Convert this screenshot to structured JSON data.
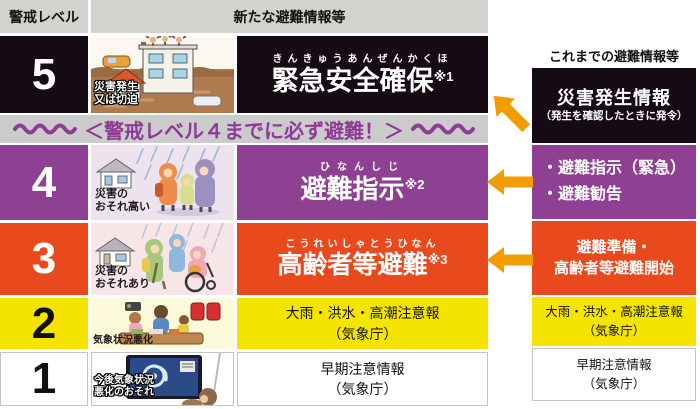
{
  "header": {
    "left": "警戒レベル",
    "center": "新たな避難情報等",
    "right": "これまでの避難情報等"
  },
  "band": {
    "text": "＜警戒レベル４までに必ず避難！＞"
  },
  "levels": [
    {
      "num": "5",
      "caption1": "災害発生",
      "caption2": "又は切迫",
      "furigana": "きんきゅうあんぜんかくほ",
      "title": "緊急安全確保",
      "ref": "※1"
    },
    {
      "num": "4",
      "caption1": "災害の",
      "caption2": "おそれ高い",
      "furigana": "ひなんしじ",
      "title": "避難指示",
      "ref": "※2"
    },
    {
      "num": "3",
      "caption1": "災害の",
      "caption2": "おそれあり",
      "furigana": "こうれいしゃとうひなん",
      "title": "高齢者等避難",
      "ref": "※3"
    },
    {
      "num": "2",
      "caption1": "気象状況悪化",
      "caption2": "",
      "info1": "大雨・洪水・高潮注意報",
      "info2": "（気象庁）"
    },
    {
      "num": "1",
      "caption1": "今後気象状況",
      "caption2": "悪化のおそれ",
      "info1": "早期注意情報",
      "info2": "（気象庁）"
    }
  ],
  "legacy": [
    {
      "line1": "災害発生情報",
      "line2": "（発生を確認したときに発令）"
    },
    {
      "line1": "・避難指示（緊急）",
      "line2": "・避難勧告"
    },
    {
      "line1": "避難準備・",
      "line2": "高齢者等避難開始"
    },
    {
      "line1": "大雨・洪水・高潮注意報",
      "line2": "（気象庁）"
    },
    {
      "line1": "早期注意情報",
      "line2": "（気象庁）"
    }
  ],
  "colors": {
    "level5_black": "#160a14",
    "level4_purple": "#8e4092",
    "level3_red": "#e8491d",
    "level2_yellow": "#f5e400",
    "arrow_orange": "#f39c00",
    "band_purple": "#8f3a96",
    "header_gray": "#d2d2cf"
  }
}
